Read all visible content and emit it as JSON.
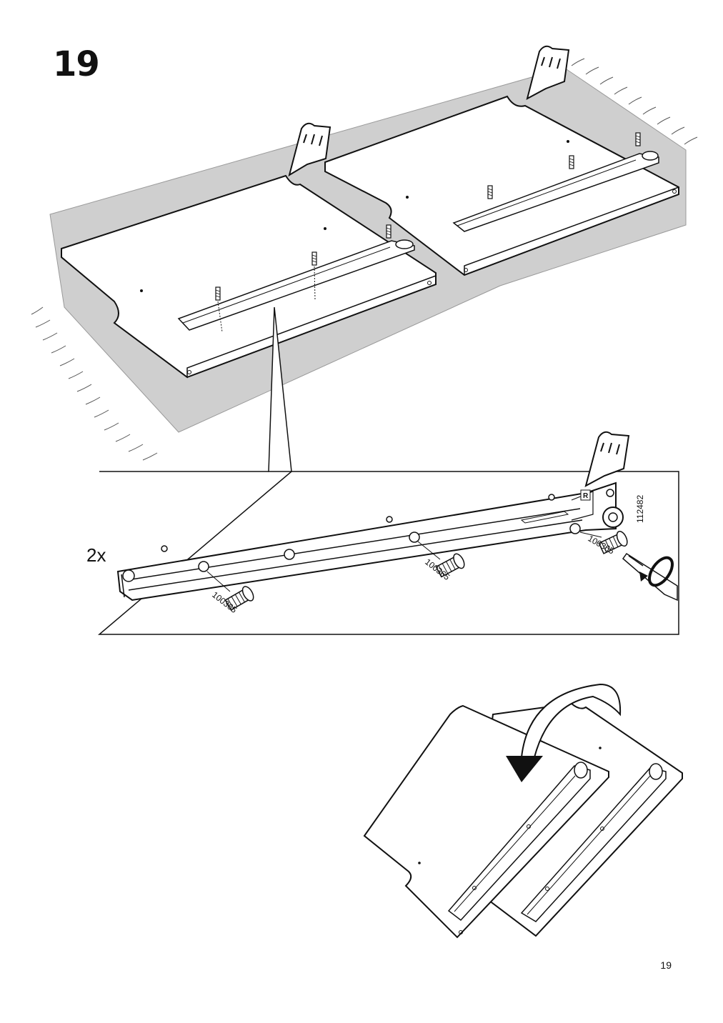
{
  "step": {
    "number": "19"
  },
  "detail": {
    "quantity": "2x",
    "part_numbers": [
      "100365",
      "100365",
      "100365"
    ],
    "rail_part_number": "112482",
    "rail_side_mark": "R"
  },
  "footer": {
    "page_number": "19"
  },
  "icons": [
    "hand-press-icon",
    "screwdriver-icon",
    "rotate-arrow-icon",
    "flip-arrow-icon"
  ]
}
